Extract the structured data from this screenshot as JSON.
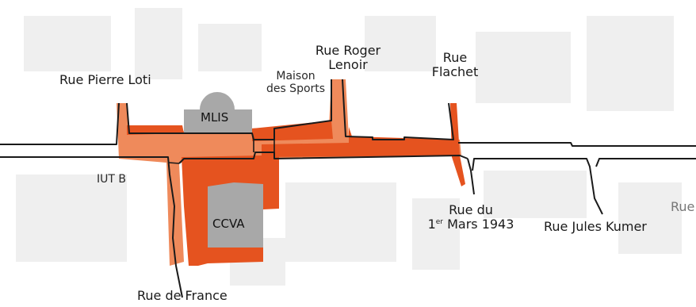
{
  "colors": {
    "background": "#ffffff",
    "buildings": "#ececec",
    "road_line": "#1a1a1a",
    "zone_light": "#ef8a5b",
    "zone_dark": "#e5531f",
    "facility": "#a8a8a8"
  },
  "labels": {
    "rue_pierre_loti": "Rue Pierre Loti",
    "maison_des_sports_1": "Maison",
    "maison_des_sports_2": "des Sports",
    "rue_roger_lenoir_1": "Rue Roger",
    "rue_roger_lenoir_2": "Lenoir",
    "rue_flachet_1": "Rue",
    "rue_flachet_2": "Flachet",
    "mlis": "MLIS",
    "iut_b": "IUT B",
    "ccva": "CCVA",
    "rue_1er_mars_1": "Rue du",
    "rue_1er_mars_2a": "1",
    "rue_1er_mars_sup": "er",
    "rue_1er_mars_2b": " Mars 1943",
    "rue_jules_kumer": "Rue Jules Kumer",
    "rue_de_france": "Rue de France",
    "rue_cut": "Rue"
  }
}
